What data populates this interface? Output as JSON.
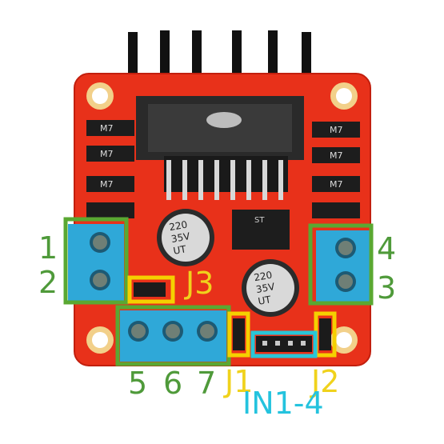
{
  "board": {
    "heatsink_text": "ST",
    "cap_text_left": [
      "220",
      "35V",
      "UT"
    ],
    "cap_text_right": [
      "220",
      "35V",
      "UT"
    ],
    "diode_text": "M7"
  },
  "labels": {
    "t1": "1",
    "t2": "2",
    "t3": "3",
    "t4": "4",
    "t5": "5",
    "t6": "6",
    "t7": "7",
    "j1": "J1",
    "j2": "J2",
    "j3": "J3",
    "in": "IN1-4"
  },
  "colors": {
    "terminal_box": "#5aa832",
    "jumper_box": "#f5d000",
    "input_box": "#29c6d8",
    "label_green": "#4f9a3a",
    "label_yellow": "#f0d21c",
    "label_cyan": "#24c3de",
    "board_red": "#e8311a",
    "terminal_blue": "#2fa8d8"
  }
}
